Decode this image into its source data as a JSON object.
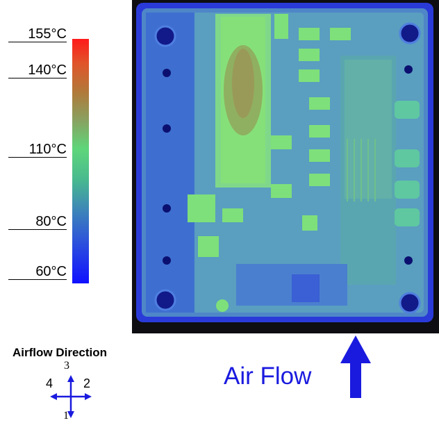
{
  "temperature_scale": {
    "labels": [
      "155°C",
      "140°C",
      "110°C",
      "80°C",
      "60°C"
    ],
    "colors": {
      "max": "#ff1a1a",
      "mid": "#5ed67a",
      "min": "#1010ff"
    }
  },
  "legend": {
    "title": "Airflow Direction",
    "directions": [
      "1",
      "2",
      "3",
      "4"
    ]
  },
  "airflow_label": "Air Flow",
  "accent_color": "#1a1adf"
}
